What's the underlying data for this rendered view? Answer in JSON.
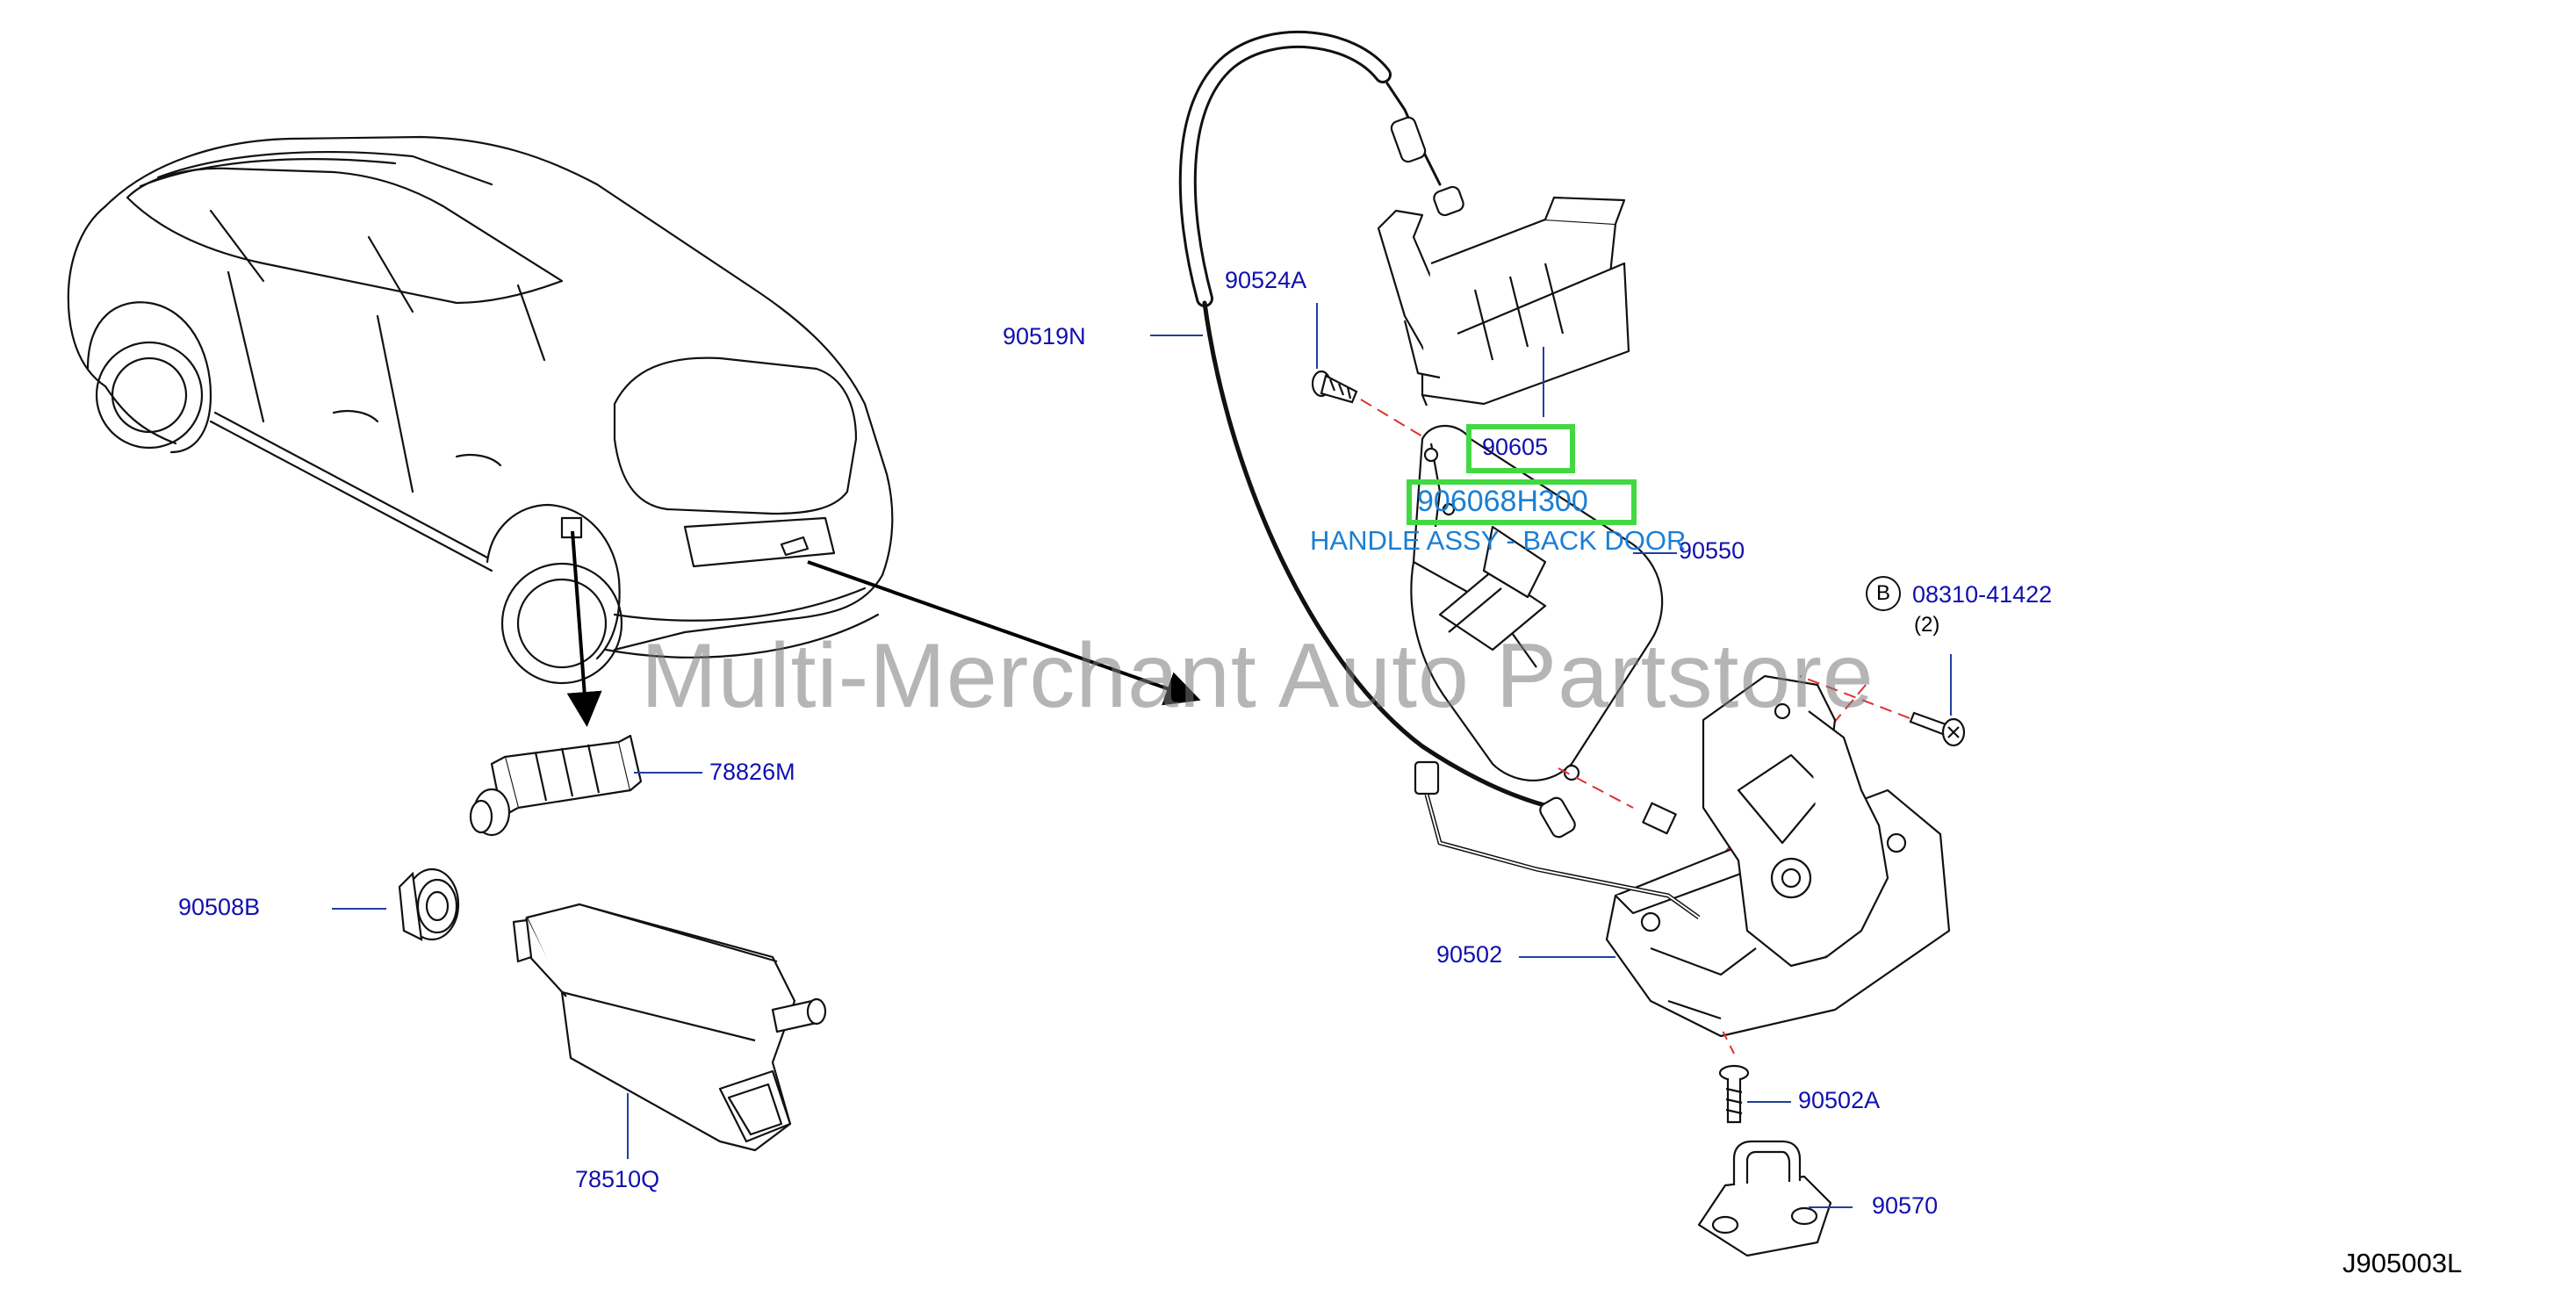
{
  "watermark": "Multi-Merchant Auto Partstore",
  "diagram_code": "J905003L",
  "highlighted": {
    "part_number": "90605",
    "oem_number": "906068H300",
    "description": "HANDLE ASSY - BACK DOOR"
  },
  "parts": {
    "p90519N": "90519N",
    "p90524A": "90524A",
    "p90550": "90550",
    "p08310": "08310-41422",
    "p08310_marker": "B",
    "p08310_qty": "(2)",
    "p78826M": "78826M",
    "p90508B": "90508B",
    "p78510Q": "78510Q",
    "p90502": "90502",
    "p90502A": "90502A",
    "p90570": "90570"
  },
  "colors": {
    "label": "#1010b0",
    "highlight_border": "#43d843",
    "highlight_text": "#1a7fd4",
    "leader_dash": "#e03030"
  }
}
